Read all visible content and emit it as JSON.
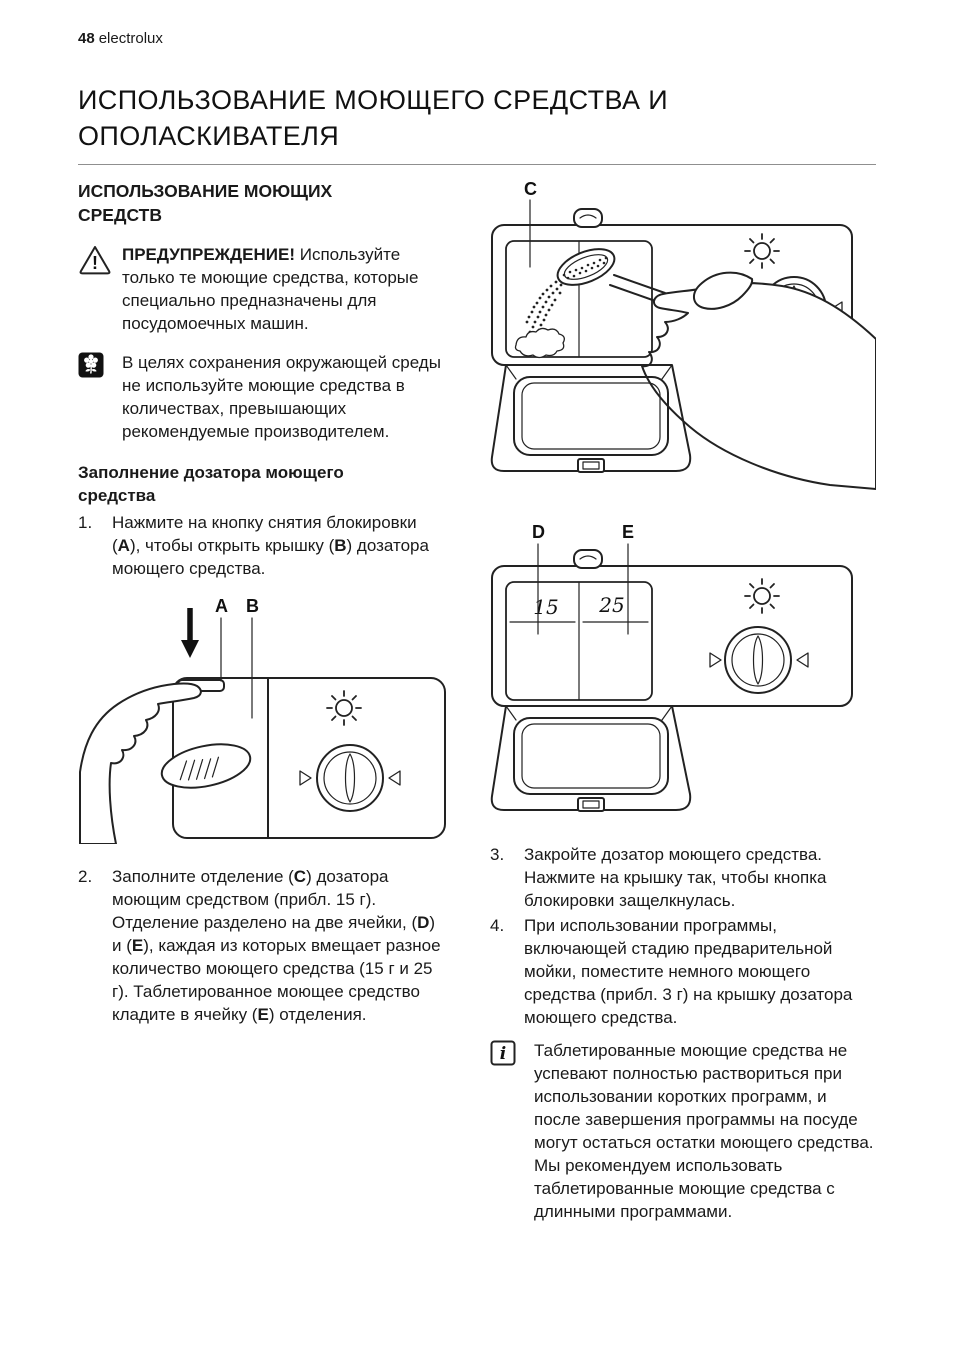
{
  "header": {
    "page_number": "48",
    "brand": "electrolux"
  },
  "title": "ИСПОЛЬЗОВАНИЕ МОЮЩЕГО СРЕДСТВА И ОПОЛАСКИВАТЕЛЯ",
  "icons": {
    "warning_glyph": "!",
    "info_glyph": "i"
  },
  "left_column": {
    "section_heading": "ИСПОЛЬЗОВАНИЕ МОЮЩИХ СРЕДСТВ",
    "warning_rich": [
      {
        "t": "ПРЕДУПРЕЖДЕНИЕ!",
        "b": true
      },
      {
        "t": " Используйте только те моющие средства, которые специально предназначены для посудомоечных машин."
      }
    ],
    "eco_text": "В целях сохранения окружающей среды не используйте моющие средства в количествах, превышающих рекомендуемые производителем.",
    "subheading": "Заполнение дозатора моющего средства",
    "steps": [
      {
        "num": "1.",
        "rich": [
          {
            "t": "Нажмите на кнопку снятия блокировки ("
          },
          {
            "t": "A",
            "b": true
          },
          {
            "t": "), чтобы открыть крышку ("
          },
          {
            "t": "B",
            "b": true
          },
          {
            "t": ") дозатора моющего средства."
          }
        ]
      },
      {
        "num": "2.",
        "rich": [
          {
            "t": "Заполните отделение ("
          },
          {
            "t": "C",
            "b": true
          },
          {
            "t": ") дозатора моющим средством (прибл. 15 г). Отделение разделено на две ячейки, ("
          },
          {
            "t": "D",
            "b": true
          },
          {
            "t": ") и ("
          },
          {
            "t": "E",
            "b": true
          },
          {
            "t": "), каждая из которых вмещает разное количество моющего средства (15 г и 25 г). Таблетированное моющее средство кладите в ячейку ("
          },
          {
            "t": "E",
            "b": true
          },
          {
            "t": ") отделения."
          }
        ]
      }
    ]
  },
  "right_column": {
    "steps": [
      {
        "num": "3.",
        "text": "Закройте дозатор моющего средства. Нажмите на крышку так, чтобы кнопка блокировки защелкнулась."
      },
      {
        "num": "4.",
        "text": "При использовании программы, включающей стадию предварительной мойки, поместите немного моющего средства (прибл. 3 г) на крышку дозатора моющего средства."
      }
    ],
    "info_text": "Таблетированные моющие средства не успевают полностью раствориться при использовании коротких программ, и после завершения программы на посуде могут остаться остатки моющего средства. Мы рекомендуем использовать таблетированные моющие средства с длинными программами."
  },
  "figures": {
    "ab": {
      "label_a": "A",
      "label_b": "B"
    },
    "c": {
      "label": "C"
    },
    "de": {
      "label_d": "D",
      "label_e": "E",
      "cell_left": "15",
      "cell_right": "25"
    }
  }
}
